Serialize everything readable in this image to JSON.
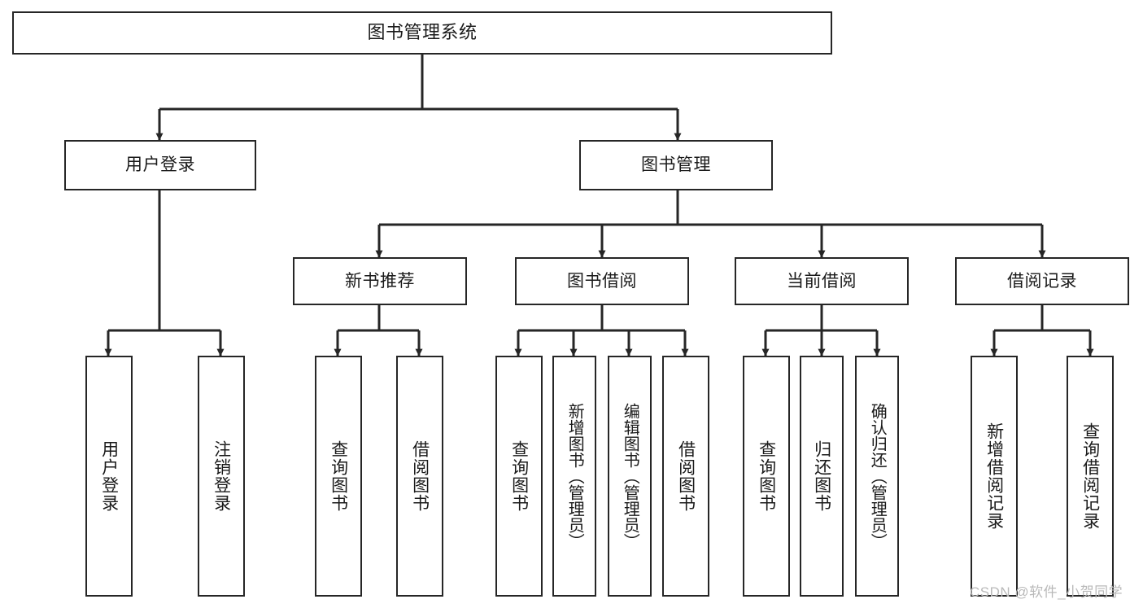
{
  "diagram": {
    "title": "图书管理系统",
    "type": "hierarchy-tree",
    "orientation": "top-down",
    "line_color": "#262626",
    "box_fill": "#ffffff",
    "text_color": "#1a1a1a",
    "levels": 4
  },
  "root": {
    "label": "图书管理系统"
  },
  "level2": [
    {
      "label": "用户登录"
    },
    {
      "label": "图书管理"
    }
  ],
  "level3": [
    {
      "label": "新书推荐"
    },
    {
      "label": "图书借阅"
    },
    {
      "label": "当前借阅"
    },
    {
      "label": "借阅记录"
    }
  ],
  "leaves": {
    "user_login": [
      {
        "label": "用户登录"
      },
      {
        "label": "注销登录"
      }
    ],
    "new_book_recommend": [
      {
        "label": "查询图书"
      },
      {
        "label": "借阅图书"
      }
    ],
    "book_borrow": [
      {
        "label": "查询图书"
      },
      {
        "label": "新增图书（管理员）"
      },
      {
        "label": "编辑图书（管理员）"
      },
      {
        "label": "借阅图书"
      }
    ],
    "current_borrow": [
      {
        "label": "查询图书"
      },
      {
        "label": "归还图书"
      },
      {
        "label": "确认归还（管理员）"
      }
    ],
    "borrow_record": [
      {
        "label": "新增借阅记录"
      },
      {
        "label": "查询借阅记录"
      }
    ]
  },
  "watermark": {
    "text": "CSDN @软件_小贺同学"
  }
}
